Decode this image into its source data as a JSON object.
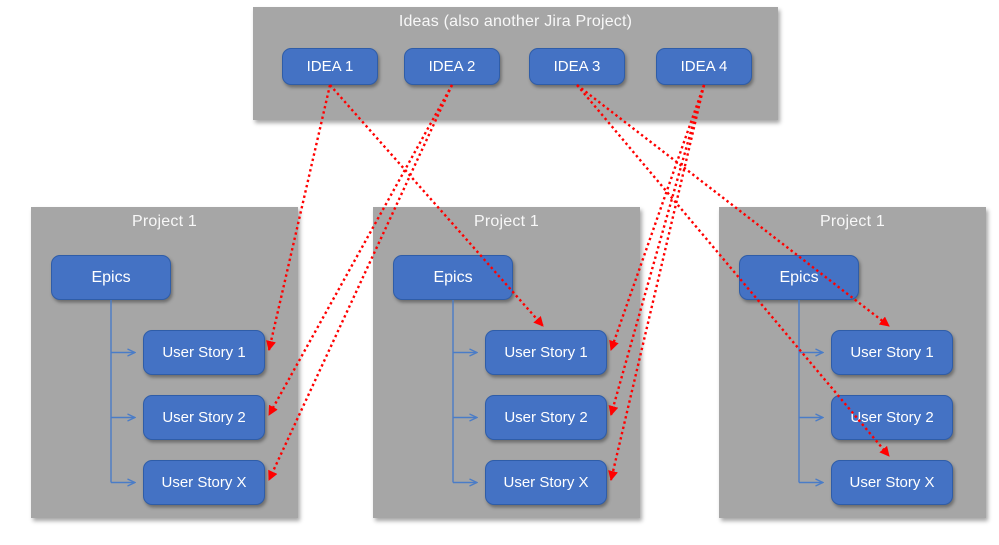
{
  "ideas_panel": {
    "title": "Ideas (also another Jira Project)",
    "items": [
      {
        "id": "idea-1",
        "label": "IDEA 1"
      },
      {
        "id": "idea-2",
        "label": "IDEA 2"
      },
      {
        "id": "idea-3",
        "label": "IDEA 3"
      },
      {
        "id": "idea-4",
        "label": "IDEA 4"
      }
    ]
  },
  "projects": [
    {
      "title": "Project 1",
      "epic_label": "Epics",
      "stories": [
        "User Story 1",
        "User Story 2",
        "User Story X"
      ]
    },
    {
      "title": "Project 1",
      "epic_label": "Epics",
      "stories": [
        "User Story 1",
        "User Story 2",
        "User Story X"
      ]
    },
    {
      "title": "Project 1",
      "epic_label": "Epics",
      "stories": [
        "User Story 1",
        "User Story 2",
        "User Story X"
      ]
    }
  ],
  "connections": [
    {
      "from": "idea-1",
      "project": 0,
      "story": 0,
      "side": "right"
    },
    {
      "from": "idea-1",
      "project": 1,
      "story": 0,
      "side": "top"
    },
    {
      "from": "idea-2",
      "project": 0,
      "story": 1,
      "side": "right"
    },
    {
      "from": "idea-2",
      "project": 0,
      "story": 2,
      "side": "right"
    },
    {
      "from": "idea-3",
      "project": 2,
      "story": 0,
      "side": "top"
    },
    {
      "from": "idea-3",
      "project": 2,
      "story": 2,
      "side": "top"
    },
    {
      "from": "idea-4",
      "project": 1,
      "story": 0,
      "side": "right"
    },
    {
      "from": "idea-4",
      "project": 1,
      "story": 1,
      "side": "right"
    },
    {
      "from": "idea-4",
      "project": 1,
      "story": 2,
      "side": "right"
    }
  ],
  "colors": {
    "container_gray": "#a6a6a6",
    "box_blue": "#4472c4",
    "box_border_blue": "#2f5da8",
    "hierarchy_connector_blue": "#4a7cc7",
    "idea_connector_red": "#ff0000",
    "title_text": "#f8f8f8",
    "box_text": "#ffffff"
  }
}
